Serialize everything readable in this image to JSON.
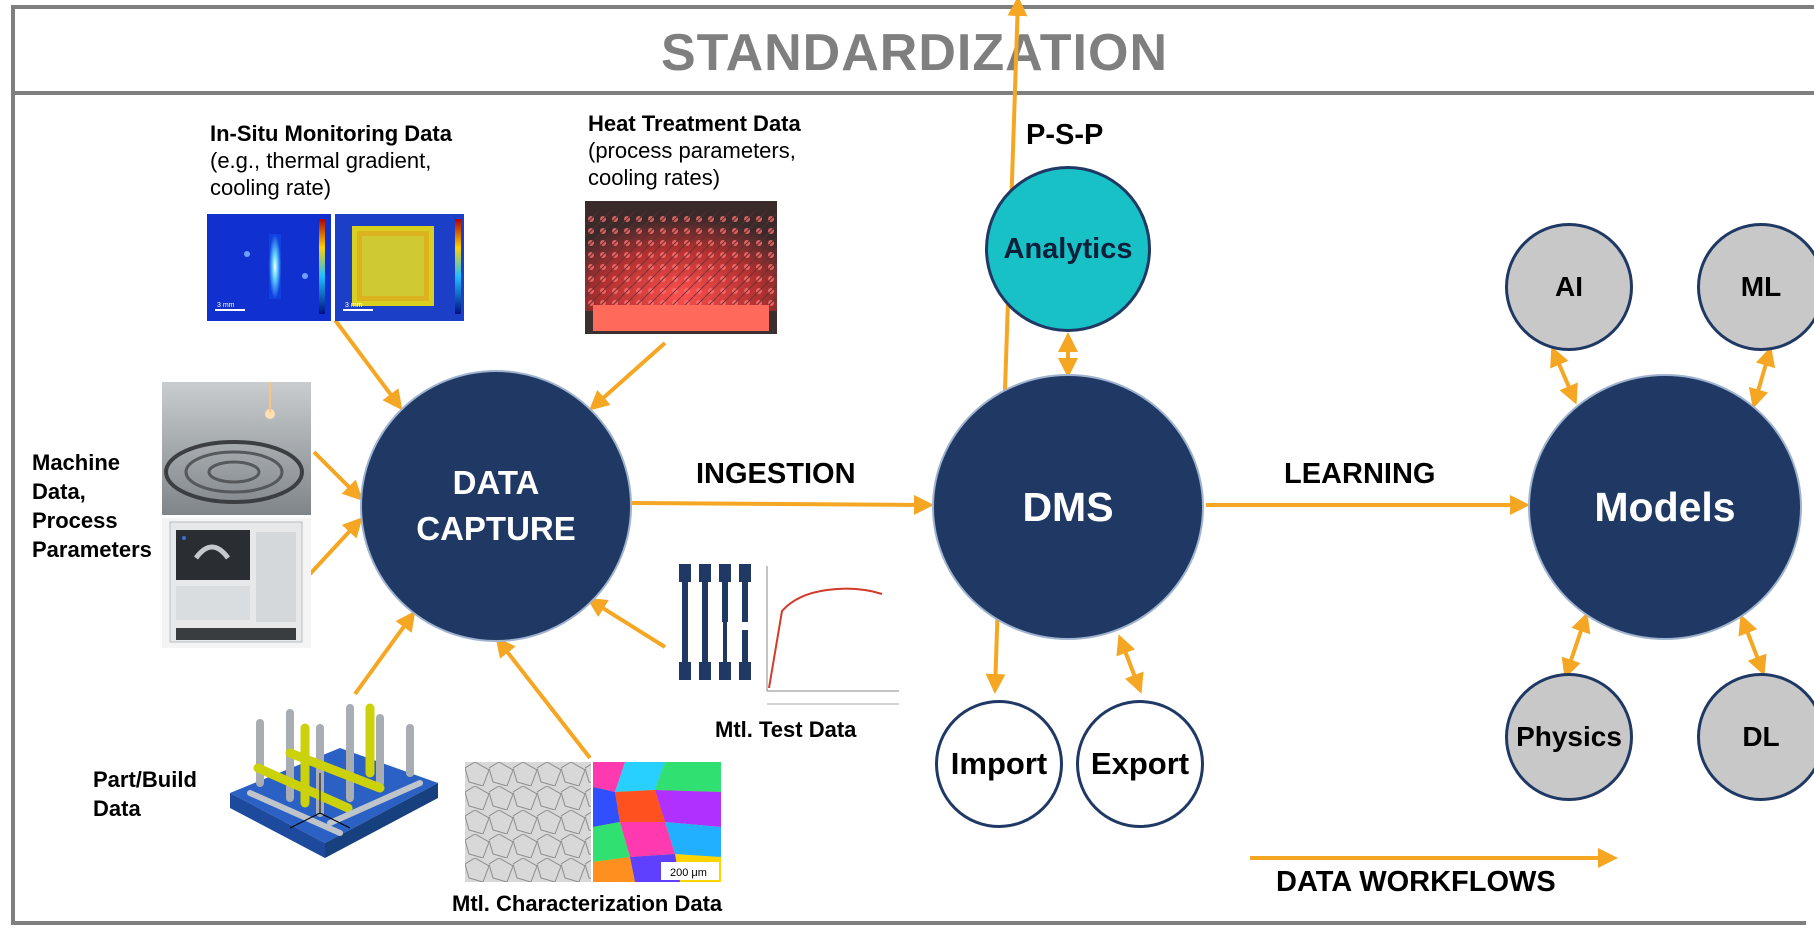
{
  "banner": {
    "title": "STANDARDIZATION"
  },
  "nodes": {
    "data_capture": {
      "line1": "DATA",
      "line2": "CAPTURE"
    },
    "dms": "DMS",
    "models": "Models",
    "analytics": "Analytics",
    "psp": "P-S-P",
    "import": "Import",
    "export": "Export",
    "ai": "AI",
    "ml": "ML",
    "physics": "Physics",
    "dl": "DL"
  },
  "flows": {
    "ingestion": "INGESTION",
    "learning": "LEARNING",
    "legend": "DATA WORKFLOWS"
  },
  "sources": {
    "in_situ": {
      "title": "In-Situ Monitoring Data",
      "line1": "(e.g., thermal gradient,",
      "line2": "cooling rate)"
    },
    "heat_treatment": {
      "title": "Heat Treatment Data",
      "line1": "(process parameters,",
      "line2": "cooling rates)"
    },
    "machine": {
      "line1": "Machine",
      "line2": "Data,",
      "line3": "Process",
      "line4": "Parameters"
    },
    "part_build": {
      "line1": "Part/Build",
      "line2": "Data"
    },
    "mtl_test": "Mtl. Test Data",
    "mtl_char": "Mtl. Characterization Data"
  },
  "image_texts": {
    "scale_3mm": "3 mm",
    "scale_200um": "200 μm"
  },
  "colors": {
    "arrow": "#f5a623",
    "node_dark": "#1f3864",
    "teal": "#17c1c6",
    "grey_node": "#c8c8c8",
    "banner_text": "#7f7f7f"
  }
}
